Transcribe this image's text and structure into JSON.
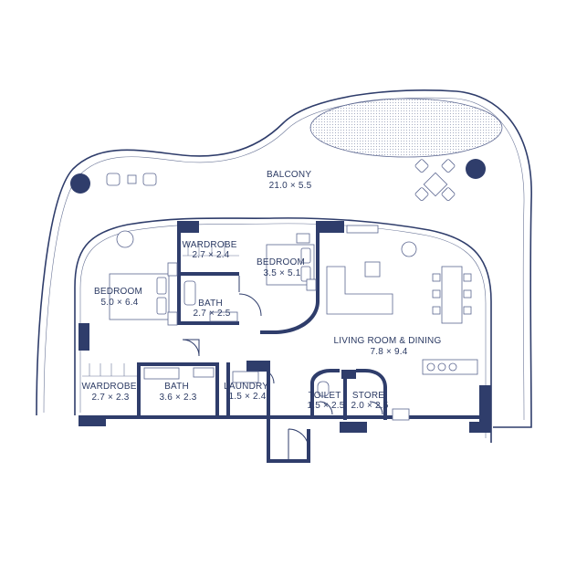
{
  "rooms": [
    {
      "id": "balcony",
      "name": "BALCONY",
      "dims": "21.0 × 5.5"
    },
    {
      "id": "wardrobe-top",
      "name": "WARDROBE",
      "dims": "2.7 × 2.4"
    },
    {
      "id": "bedroom-center",
      "name": "BEDROOM",
      "dims": "3.5 × 5.1"
    },
    {
      "id": "bedroom-left",
      "name": "BEDROOM",
      "dims": "5.0 × 6.4"
    },
    {
      "id": "bath-upper",
      "name": "BATH",
      "dims": "2.7 × 2.5"
    },
    {
      "id": "living-dining",
      "name": "LIVING ROOM & DINING",
      "dims": "7.8 × 9.4"
    },
    {
      "id": "wardrobe-bottom",
      "name": "WARDROBE",
      "dims": "2.7 × 2.3"
    },
    {
      "id": "bath-lower",
      "name": "BATH",
      "dims": "3.6 × 2.3"
    },
    {
      "id": "laundry",
      "name": "LAUNDRY",
      "dims": "1.5 × 2.4"
    },
    {
      "id": "toilet",
      "name": "TOILET",
      "dims": "1.5 × 2.5"
    },
    {
      "id": "store",
      "name": "STORE",
      "dims": "2.0 × 2.5"
    }
  ],
  "colors": {
    "wall": "#2f3d6b",
    "line": "#2f3d6b",
    "text": "#2b3a63",
    "background": "#ffffff"
  }
}
